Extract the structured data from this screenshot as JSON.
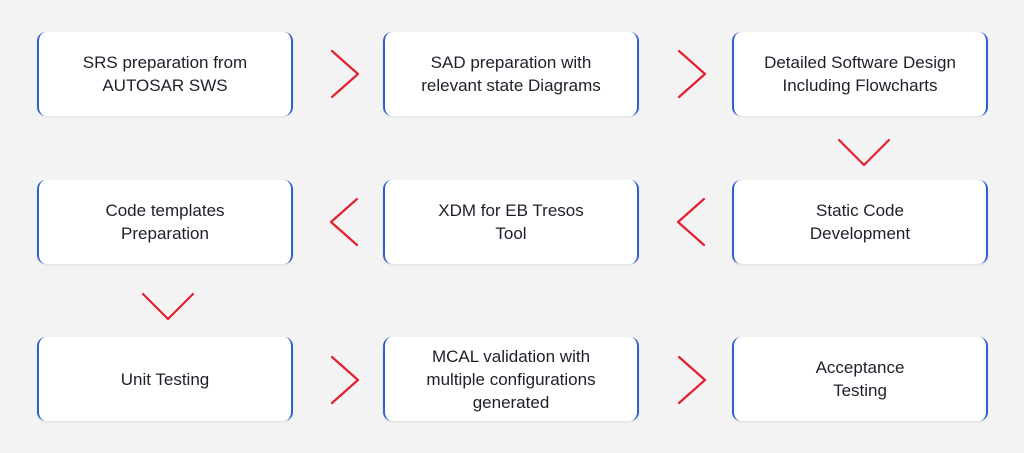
{
  "steps": [
    {
      "label": "SRS preparation from\nAUTOSAR SWS"
    },
    {
      "label": "SAD preparation with\nrelevant state Diagrams"
    },
    {
      "label": "Detailed Software Design\nIncluding Flowcharts"
    },
    {
      "label": "Static Code\nDevelopment"
    },
    {
      "label": "XDM for EB Tresos\nTool"
    },
    {
      "label": "Code templates\nPreparation"
    },
    {
      "label": "Unit Testing"
    },
    {
      "label": "MCAL validation with\nmultiple configurations\ngenerated"
    },
    {
      "label": "Acceptance\nTesting"
    }
  ],
  "colors": {
    "background": "#f3f3f3",
    "box_fill": "#ffffff",
    "box_border": "#2f5fd0",
    "arrow": "#e4202e",
    "text": "#1f1f2a"
  },
  "icons": {
    "arrow_right": "chevron-right-icon",
    "arrow_left": "chevron-left-icon",
    "arrow_down": "chevron-down-icon"
  }
}
